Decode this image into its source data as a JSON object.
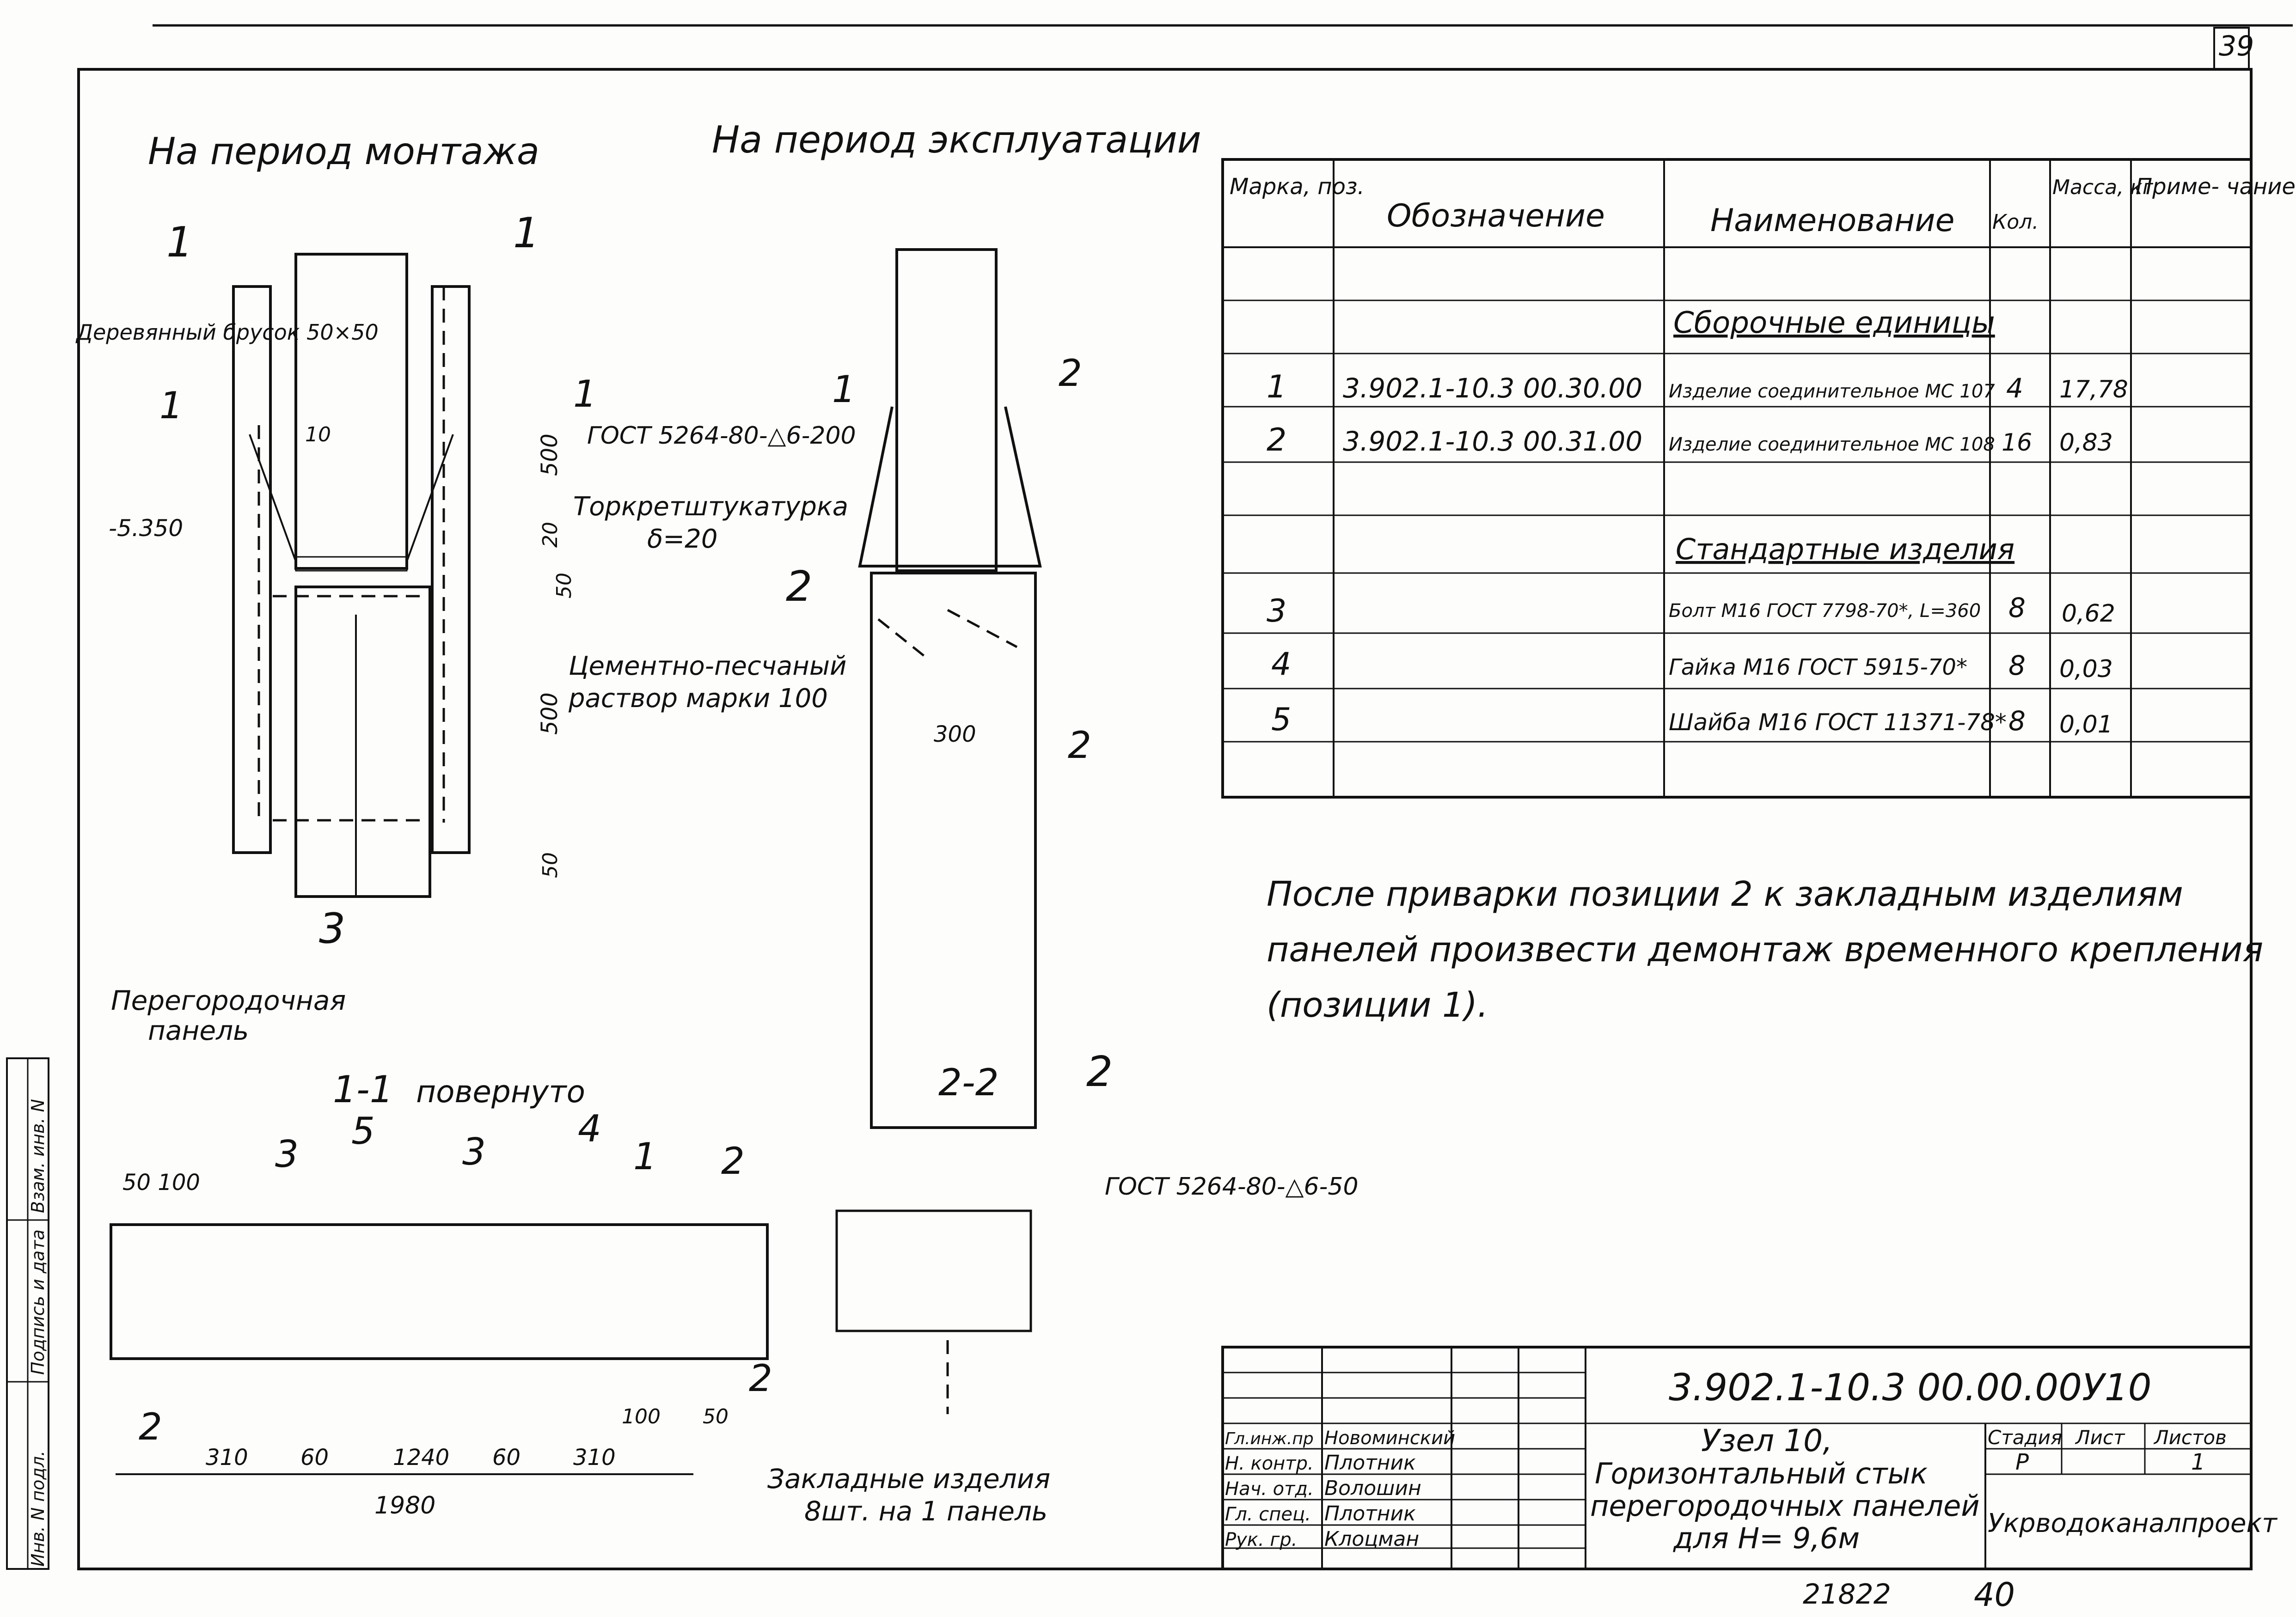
{
  "sheet": {
    "corner_number": "39",
    "bottom_number_1": "21822",
    "bottom_number_2": "40",
    "side_stamp": [
      "Инв. N подл.",
      "Подпись и дата",
      "Взам. инв. N"
    ]
  },
  "views": {
    "mount_title": "На период монтажа",
    "service_title": "На период эксплуатации",
    "section_11_title": "1-1",
    "section_11_note": "повернуто",
    "section_22_title": "2-2"
  },
  "labels": {
    "wood_bar": "Деревянный брусок 50×50",
    "level": "-5.350",
    "weld_200": "ГОСТ 5264-80-△6-200",
    "torkret_1": "Торкретштукатурка",
    "torkret_2": "δ=20",
    "mortar_1": "Цементно-песчаный",
    "mortar_2": "раствор марки 100",
    "panel_1": "Перегородочная",
    "panel_2": "панель",
    "weld_50": "ГОСТ 5264-80-△6-50",
    "embedded_1": "Закладные изделия",
    "embedded_2": "8шт. на 1 панель"
  },
  "marks": {
    "m1": "1",
    "m2": "2",
    "m3": "3",
    "m4": "4",
    "m5": "5",
    "cut1": "1",
    "cut2": "2"
  },
  "dims": {
    "d500": "500",
    "d20": "20",
    "d50": "50",
    "d10": "10",
    "d300": "300",
    "d100": "100",
    "d50_100": "50 100",
    "d310": "310",
    "d60": "60",
    "d1240": "1240",
    "d1980": "1980"
  },
  "spec_table": {
    "headers": [
      "Марка, поз.",
      "Обозначение",
      "Наименование",
      "Кол.",
      "Масса, кг",
      "Приме- чание"
    ],
    "section_assembly": "Сборочные единицы",
    "section_standard": "Стандартные изделия",
    "rows": [
      {
        "pos": "1",
        "code": "3.902.1-10.3 00.30.00",
        "name": "Изделие соединительное МС 107",
        "qty": "4",
        "mass": "17,78",
        "note": ""
      },
      {
        "pos": "2",
        "code": "3.902.1-10.3 00.31.00",
        "name": "Изделие соединительное МС 108",
        "qty": "16",
        "mass": "0,83",
        "note": ""
      },
      {
        "pos": "3",
        "code": "",
        "name": "Болт М16 ГОСТ 7798-70*, L=360",
        "qty": "8",
        "mass": "0,62",
        "note": ""
      },
      {
        "pos": "4",
        "code": "",
        "name": "Гайка М16 ГОСТ 5915-70*",
        "qty": "8",
        "mass": "0,03",
        "note": ""
      },
      {
        "pos": "5",
        "code": "",
        "name": "Шайба М16 ГОСТ 11371-78*",
        "qty": "8",
        "mass": "0,01",
        "note": ""
      }
    ]
  },
  "note": [
    "После приварки позиции 2 к закладным изделиям",
    "панелей произвести демонтаж временного крепления",
    "(позиции 1)."
  ],
  "title_block": {
    "doc_code": "3.902.1-10.3 00.00.00У10",
    "title_1": "Узел 10,",
    "title_2": "Горизонтальный стык",
    "title_3": "перегородочных панелей",
    "title_4": "для Н= 9,6м",
    "stage_h": "Стадия",
    "sheet_h": "Лист",
    "sheets_h": "Листов",
    "stage": "Р",
    "sheet": "",
    "sheets": "1",
    "org": "Укрводоканалпроект",
    "people": [
      {
        "role": "Гл.инж.пр",
        "name": "Новоминский"
      },
      {
        "role": "Н. контр.",
        "name": "Плотник"
      },
      {
        "role": "Нач. отд.",
        "name": "Волошин"
      },
      {
        "role": "Гл. спец.",
        "name": "Плотник"
      },
      {
        "role": "Рук. гр.",
        "name": "Клоцман"
      }
    ]
  }
}
